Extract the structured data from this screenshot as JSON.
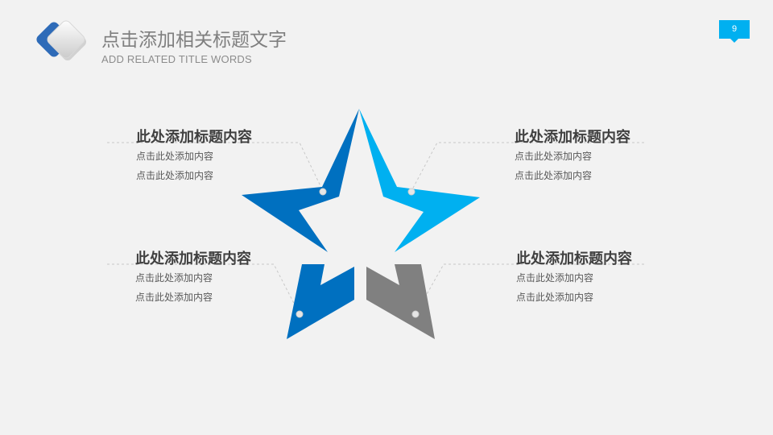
{
  "header": {
    "title": "点击添加相关标题文字",
    "subtitle": "ADD RELATED TITLE WORDS",
    "page_number": "9"
  },
  "colors": {
    "dark_blue": "#0070c0",
    "light_blue": "#00b0f0",
    "gray": "#808080",
    "badge": "#00b0f0"
  },
  "blocks": [
    {
      "heading": "此处添加标题内容",
      "line1": "点击此处添加内容",
      "line2": "点击此处添加内容"
    },
    {
      "heading": "此处添加标题内容",
      "line1": "点击此处添加内容",
      "line2": "点击此处添加内容"
    },
    {
      "heading": "此处添加标题内容",
      "line1": "点击此处添加内容",
      "line2": "点击此处添加内容"
    },
    {
      "heading": "此处添加标题内容",
      "line1": "点击此处添加内容",
      "line2": "点击此处添加内容"
    }
  ]
}
